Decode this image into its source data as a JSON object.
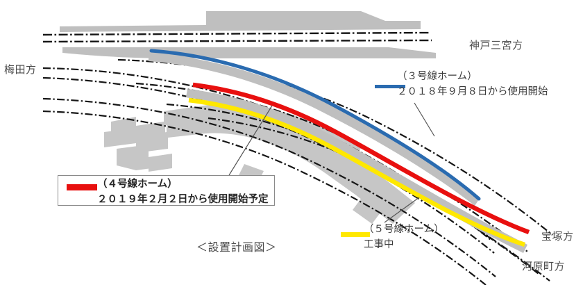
{
  "figure": {
    "caption": "＜設置計画図＞",
    "type": "railway-platform-layout-plan"
  },
  "direction_labels": {
    "west": "梅田方",
    "northeast": "神戸三宮方",
    "southeast_upper": "宝塚方",
    "southeast_lower": "河原町方"
  },
  "legend": {
    "line3": {
      "title": "（３号線ホーム）",
      "detail": "２０１８年９月８日から使用開始",
      "color": "#2a6bb0",
      "swatch_icon": "blue-line-swatch"
    },
    "line4": {
      "title": "（４号線ホーム）",
      "detail": "２０１９年２月２日から使用開始予定",
      "color": "#e8100f",
      "swatch_icon": "red-line-swatch"
    },
    "line5": {
      "title": "（５号線ホーム）",
      "detail": "工事中",
      "color": "#ffe800",
      "swatch_icon": "yellow-line-swatch"
    }
  },
  "palette": {
    "platform_gray": "#bfbfbf",
    "structure_gray": "#c4c4c4",
    "track_line": "#1a1a1a",
    "text": "#4a4a4a",
    "box_border": "#8a8a8a",
    "leader_line": "#555555"
  }
}
